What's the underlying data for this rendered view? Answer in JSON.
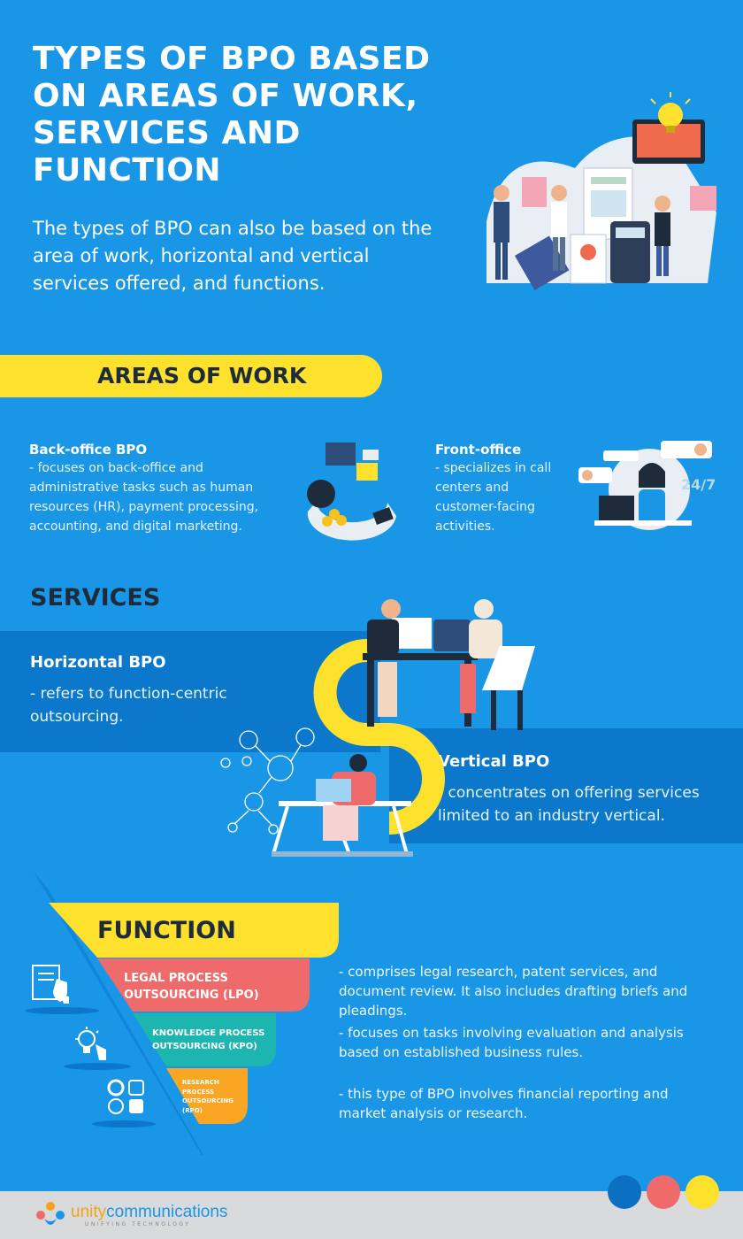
{
  "header": {
    "title": "TYPES OF BPO BASED ON AREAS OF WORK, SERVICES AND FUNCTION",
    "intro": "The types of BPO can also be based on the area of work, horizontal and vertical services offered, and functions."
  },
  "areas": {
    "heading": "AREAS OF WORK",
    "items": [
      {
        "title": "Back-office BPO",
        "text": "- focuses on back-office and administrative tasks such as human resources (HR), payment processing, accounting, and digital marketing."
      },
      {
        "title": "Front-office",
        "text": "- specializes in call centers and customer-facing activities."
      }
    ]
  },
  "services": {
    "heading": "SERVICES",
    "horizontal": {
      "title": "Horizontal BPO",
      "text": "- refers to function-centric outsourcing."
    },
    "vertical": {
      "title": "Vertical BPO",
      "text": "- concentrates on offering services limited to an industry vertical."
    }
  },
  "function": {
    "heading": "FUNCTION",
    "tiers": [
      {
        "label_1": "LEGAL PROCESS",
        "label_2": "OUTSOURCING (LPO)",
        "desc": "- comprises legal research, patent services, and document review. It also includes drafting briefs and pleadings.",
        "color": "#ef6a6a"
      },
      {
        "label_1": "KNOWLEDGE PROCESS",
        "label_2": "OUTSOURCING (KPO)",
        "desc": "- focuses on tasks involving evaluation and analysis based on established business rules.",
        "color": "#1db5b0"
      },
      {
        "label_1": "RESEARCH",
        "label_2": "PROCESS",
        "label_3": "OUTSOURCING",
        "label_4": "(RPO)",
        "desc": "- this type of BPO involves financial reporting and market analysis or research.",
        "color": "#f8a623"
      }
    ]
  },
  "badge": {
    "text": "24/7"
  },
  "footer": {
    "brand_a": "unity",
    "brand_b": "communications",
    "tagline": "UNIFYING TECHNOLOGY",
    "dots": [
      "#0b6fc2",
      "#ef6a6a",
      "#fde12d"
    ]
  }
}
